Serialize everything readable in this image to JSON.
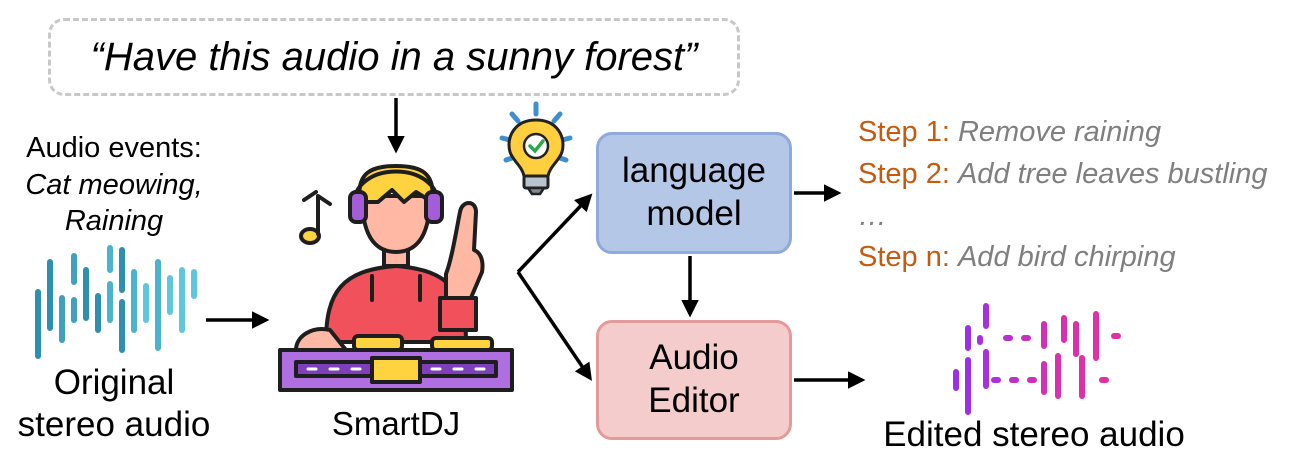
{
  "prompt": {
    "text": "“Have this audio in a sunny forest”"
  },
  "input": {
    "events_title": "Audio events:",
    "events": [
      "Cat meowing,",
      "Raining"
    ],
    "label": [
      "Original",
      "stereo audio"
    ]
  },
  "dj": {
    "label": "SmartDJ",
    "icon": "dj-character-icon"
  },
  "bulb": {
    "icon": "lightbulb-check-icon"
  },
  "language_model": {
    "lines": [
      "language",
      "model"
    ]
  },
  "audio_editor": {
    "lines": [
      "Audio",
      "Editor"
    ]
  },
  "steps": [
    {
      "key": "Step 1:",
      "value": "Remove raining"
    },
    {
      "key": "Step 2:",
      "value": "Add tree leaves bustling"
    },
    {
      "key": "",
      "value": "…"
    },
    {
      "key": "Step n:",
      "value": "Add bird chirping"
    }
  ],
  "output": {
    "label": "Edited stereo audio"
  },
  "colors": {
    "step_key": "#c55a11",
    "step_value": "#7f7f7f",
    "lm_fill": "#b4c7e7",
    "editor_fill": "#f4cccc",
    "wave_in_dark": "#2f8fb0",
    "wave_in_light": "#5fc7dd",
    "wave_out_purple": "#9b30e8",
    "wave_out_pink": "#e12fa6"
  }
}
